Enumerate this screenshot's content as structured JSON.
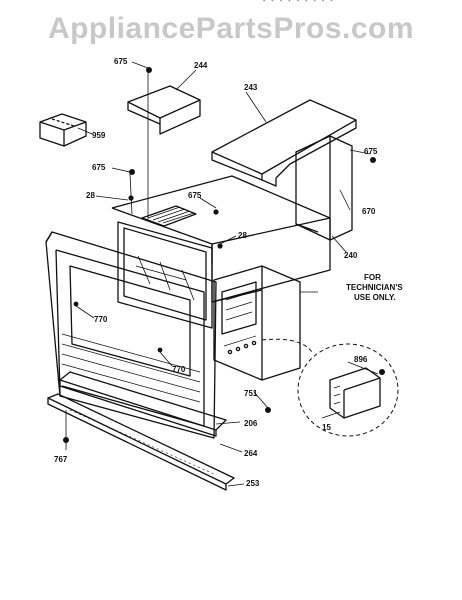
{
  "watermark": "AppliancePartsPros.com",
  "header_fragment": "- - - - - - - - -",
  "callouts": {
    "c675_top": "675",
    "c244": "244",
    "c243": "243",
    "c959": "959",
    "c675_mid": "675",
    "c675_right": "675",
    "c28_left": "28",
    "c675_inner": "675",
    "c670": "670",
    "c28_center": "28",
    "c240": "240",
    "c770_upper": "770",
    "c770_lower": "770",
    "c896": "896",
    "c15": "15",
    "c751": "751",
    "c206": "206",
    "c264": "264",
    "c767": "767",
    "c253": "253"
  },
  "note": {
    "line1": "FOR",
    "line2": "TECHNICIAN'S",
    "line3": "USE ONLY."
  }
}
